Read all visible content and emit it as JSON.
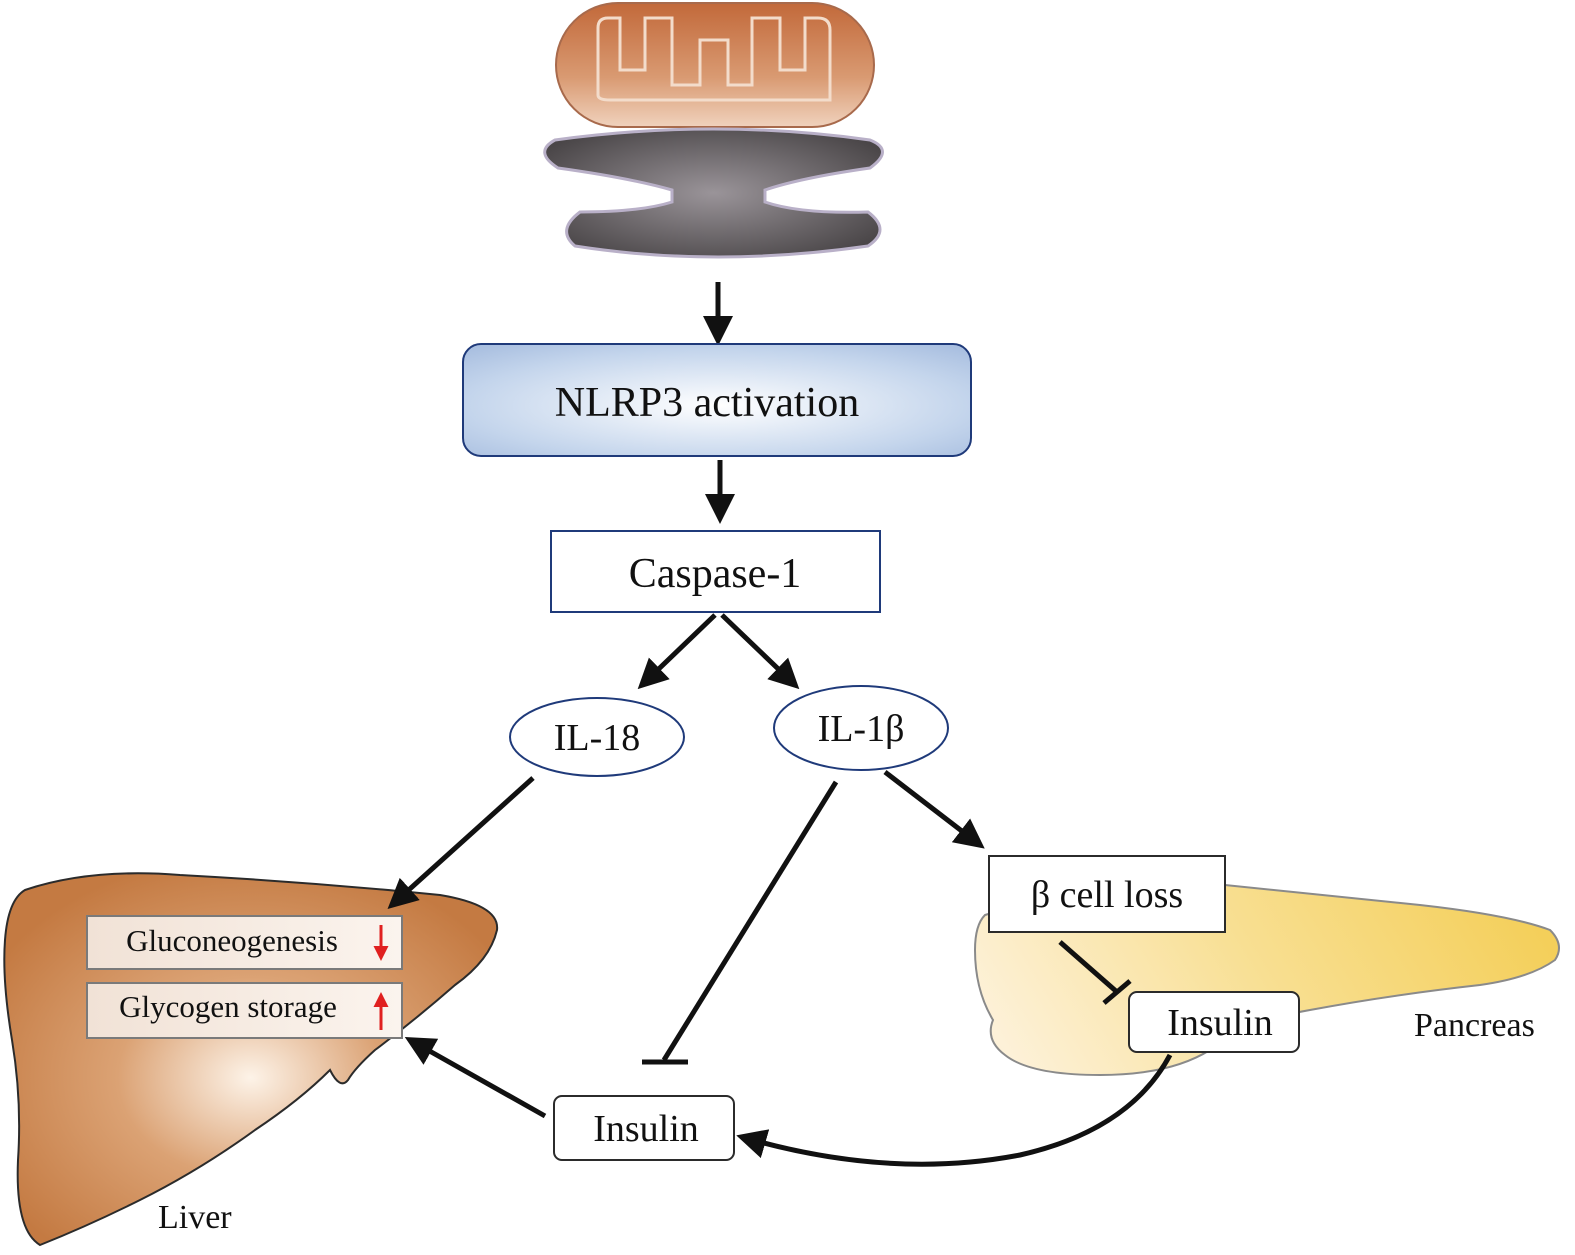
{
  "nodes": {
    "nlrp3": "NLRP3 activation",
    "caspase": "Caspase-1",
    "il18": "IL-18",
    "il1b": "IL-1β",
    "beta_cell_loss": "β cell loss",
    "insulin_pancreas": "Insulin",
    "insulin_center": "Insulin",
    "gluconeogenesis": "Gluconeogenesis",
    "glycogen": "Glycogen storage"
  },
  "organs": {
    "liver": "Liver",
    "pancreas": "Pancreas"
  },
  "icons": {
    "mitochondrion": "mitochondrion-icon",
    "er": "endoplasmic-reticulum-icon",
    "liver": "liver-icon",
    "pancreas": "pancreas-icon"
  },
  "colors": {
    "nlrp3_fill": "#b3c8e4",
    "node_border": "#1f3a7a",
    "mito_fill": "#c47246",
    "liver_fill": "#c98149",
    "pancreas_fill": "#f5d56a",
    "indicator_red": "#e02020"
  },
  "indicators": {
    "gluconeogenesis": "down",
    "glycogen": "up"
  }
}
